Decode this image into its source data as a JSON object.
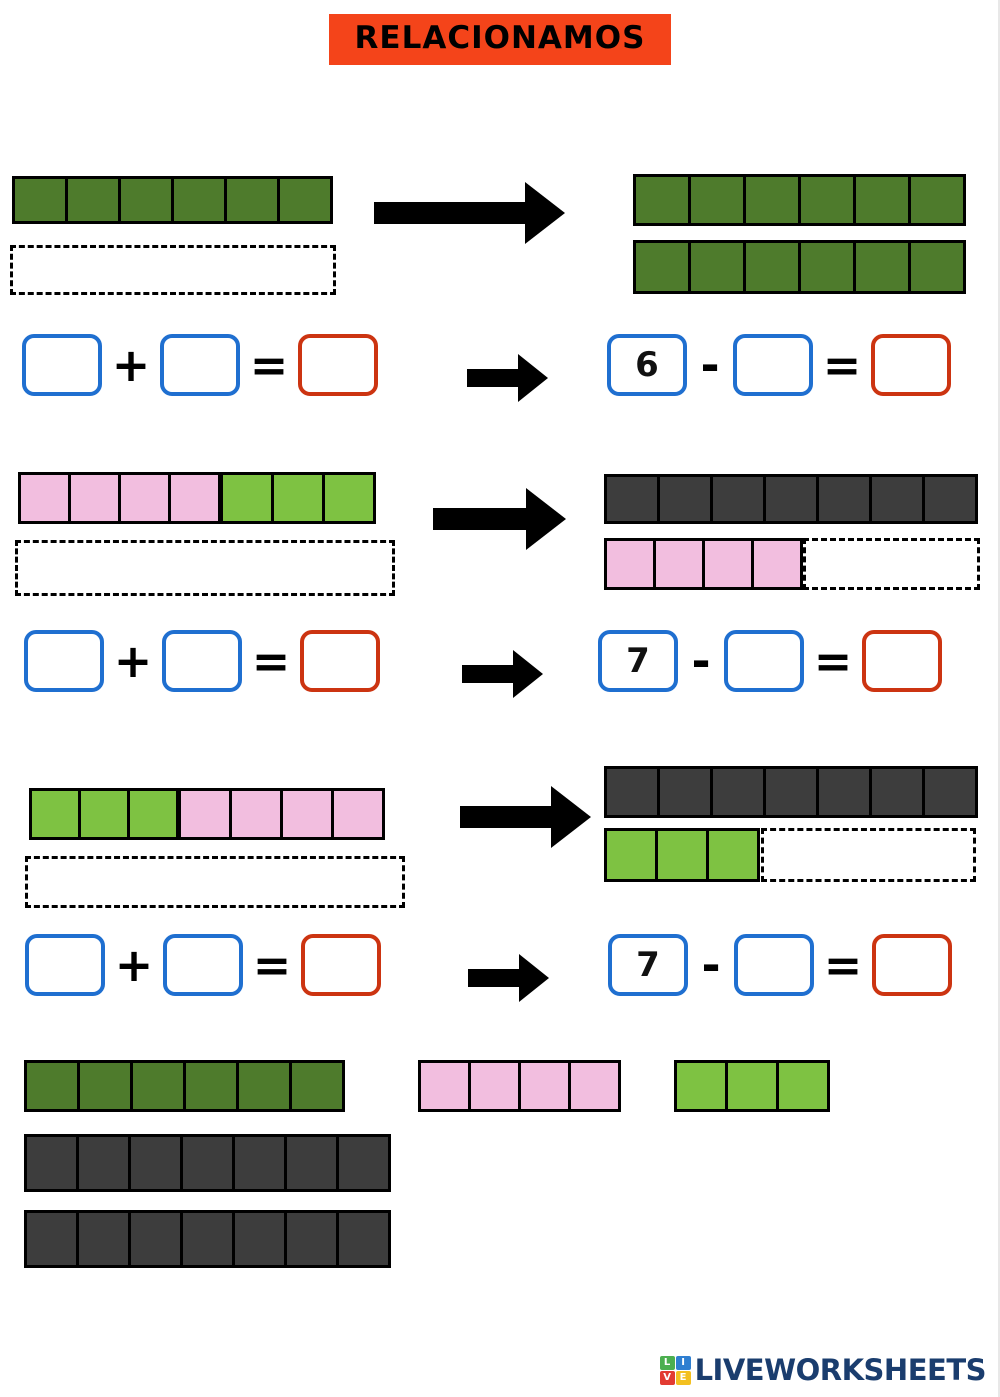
{
  "title": "RELACIONAMOS",
  "colors": {
    "title_background": "#f4441a",
    "title_text": "#000000",
    "dark_green": "#4e7b2c",
    "light_green": "#7ec242",
    "pink": "#f2bedf",
    "dark_gray": "#3d3d3d",
    "input_border": "#1f6fd0",
    "result_border": "#cc3411",
    "logo_text": "#1a3d6e"
  },
  "operators": {
    "plus": "+",
    "minus": "-",
    "equals": "=",
    "arrow": "arrow-right"
  },
  "exercises": [
    {
      "id": "exercise-1",
      "left_model": {
        "top_strip": {
          "segments": [
            {
              "color": "dark_green",
              "count": 6
            }
          ]
        },
        "bottom_strip": {
          "dashed_empty": true
        }
      },
      "right_model": {
        "top_strip": {
          "segments": [
            {
              "color": "dark_green",
              "count": 6
            }
          ]
        },
        "bottom_strip": {
          "segments": [
            {
              "color": "dark_green",
              "count": 6
            }
          ]
        }
      },
      "addition": {
        "operand1": "",
        "operand2": "",
        "result": ""
      },
      "subtraction": {
        "operand1": "6",
        "operand2": "",
        "result": ""
      }
    },
    {
      "id": "exercise-2",
      "left_model": {
        "top_strip": {
          "segments": [
            {
              "color": "pink",
              "count": 4
            },
            {
              "color": "light_green",
              "count": 3
            }
          ]
        },
        "bottom_strip": {
          "dashed_empty": true
        }
      },
      "right_model": {
        "top_strip": {
          "segments": [
            {
              "color": "dark_gray",
              "count": 7
            }
          ]
        },
        "bottom_strip": {
          "segments": [
            {
              "color": "pink",
              "count": 4
            },
            {
              "color": "dashed",
              "count": 3
            }
          ]
        }
      },
      "addition": {
        "operand1": "",
        "operand2": "",
        "result": ""
      },
      "subtraction": {
        "operand1": "7",
        "operand2": "",
        "result": ""
      }
    },
    {
      "id": "exercise-3",
      "left_model": {
        "top_strip": {
          "segments": [
            {
              "color": "light_green",
              "count": 3
            },
            {
              "color": "pink",
              "count": 4
            }
          ]
        },
        "bottom_strip": {
          "dashed_empty": true
        }
      },
      "right_model": {
        "top_strip": {
          "segments": [
            {
              "color": "dark_gray",
              "count": 7
            }
          ]
        },
        "bottom_strip": {
          "segments": [
            {
              "color": "light_green",
              "count": 3
            },
            {
              "color": "dashed",
              "count": 4
            }
          ]
        }
      },
      "addition": {
        "operand1": "",
        "operand2": "",
        "result": ""
      },
      "subtraction": {
        "operand1": "7",
        "operand2": "",
        "result": ""
      }
    }
  ],
  "block_bank": [
    {
      "id": "bank-dark-green-6",
      "color": "dark_green",
      "count": 6
    },
    {
      "id": "bank-pink-4",
      "color": "pink",
      "count": 4
    },
    {
      "id": "bank-light-green-3",
      "color": "light_green",
      "count": 3
    },
    {
      "id": "bank-gray-7-a",
      "color": "dark_gray",
      "count": 7
    },
    {
      "id": "bank-gray-7-b",
      "color": "dark_gray",
      "count": 7
    }
  ],
  "footer": {
    "logo_tiles": [
      "L",
      "I",
      "V",
      "E"
    ],
    "logo_text": "LIVEWORKSHEETS"
  }
}
